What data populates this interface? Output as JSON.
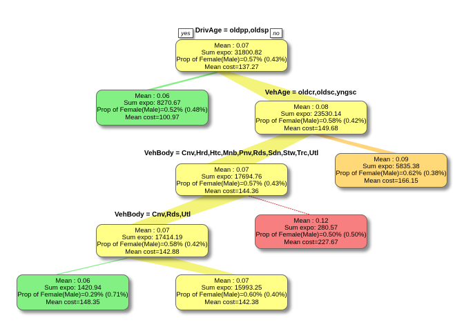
{
  "tree": {
    "root": {
      "split": "DrivAge = oldpp,oldsp",
      "yes_label": "yes",
      "no_label": "no",
      "lines": [
        "Mean : 0.07",
        "Sum expo: 31800.82",
        "Prop of Female(Male)=0.57% (0.43%)",
        "Mean cost=137.27"
      ]
    },
    "n_left1": {
      "lines": [
        "Mean : 0.06",
        "Sum expo: 8270.67",
        "Prop of Female(Male)=0.52% (0.48%)",
        "Mean cost=100.97"
      ]
    },
    "n_right1": {
      "split": "VehAge = oldcr,oldsc,yngsc",
      "lines": [
        "Mean : 0.08",
        "Sum expo: 23530.14",
        "Prop of Female(Male)=0.58% (0.42%)",
        "Mean cost=149.68"
      ]
    },
    "n_mid2": {
      "split": "VehBody = Cnv,Hrd,Htc,Mnb,Pnv,Rds,Sdn,Stw,Trc,Utl",
      "lines": [
        "Mean : 0.07",
        "Sum expo: 17694.76",
        "Prop of Female(Male)=0.57% (0.43%)",
        "Mean cost=144.36"
      ]
    },
    "n_orange": {
      "lines": [
        "Mean : 0.09",
        "Sum expo: 5835.38",
        "Prop of Female(Male)=0.62% (0.38%)",
        "Mean cost=166.15"
      ]
    },
    "n_left3": {
      "split": "VehBody = Cnv,Rds,Utl",
      "lines": [
        "Mean : 0.07",
        "Sum expo: 17414.19",
        "Prop of Female(Male)=0.58% (0.42%)",
        "Mean cost=142.88"
      ]
    },
    "n_red": {
      "lines": [
        "Mean : 0.12",
        "Sum expo: 280.57",
        "Prop of Female(Male)=0.50% (0.50%)",
        "Mean cost=227.67"
      ]
    },
    "n_leaf_green": {
      "lines": [
        "Mean : 0.06",
        "Sum expo: 1420.94",
        "Prop of Female(Male)=0.29% (0.71%)",
        "Mean cost=148.35"
      ]
    },
    "n_leaf_yellow": {
      "lines": [
        "Mean : 0.07",
        "Sum expo: 15993.25",
        "Prop of Female(Male)=0.60% (0.40%)",
        "Mean cost=142.38"
      ]
    }
  },
  "colors": {
    "node_yellow": "#ffff88",
    "node_green": "#82f082",
    "node_orange": "#ffd878",
    "node_red": "#f77f7f",
    "edge_yellow": "#f4f47a",
    "edge_green": "#86ee86",
    "edge_orange": "#ffd47a",
    "edge_red": "#d43030"
  }
}
